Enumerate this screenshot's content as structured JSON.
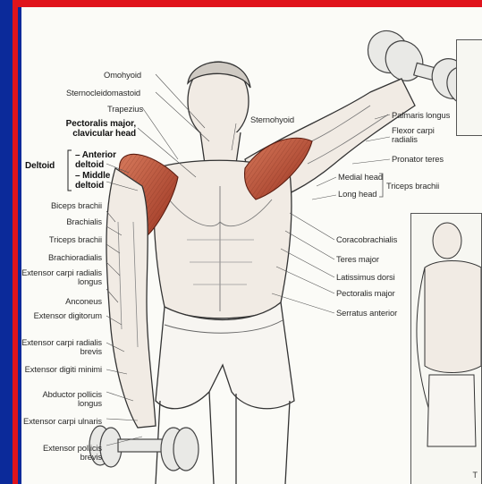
{
  "colors": {
    "frame_blue": "#1a3fb8",
    "frame_red": "#e0141c",
    "muscle_red": "#b8452e",
    "paper": "#fbfbf7"
  },
  "labels": {
    "omohyoid": "Omohyoid",
    "sternocleidomastoid": "Sternocleidomastoid",
    "trapezius": "Trapezius",
    "pectoralis_major_clavicular": "Pectoralis major, clavicular head",
    "deltoid": "Deltoid",
    "anterior_deltoid": "– Anterior deltoid",
    "middle_deltoid": "– Middle deltoid",
    "sternohyoid": "Sternohyoid",
    "biceps_brachii": "Biceps brachii",
    "brachialis": "Brachialis",
    "triceps_brachii_left": "Triceps brachii",
    "brachioradialis": "Brachioradialis",
    "ext_carpi_radialis_longus": "Extensor carpi radialis longus",
    "anconeus": "Anconeus",
    "ext_digitorum": "Extensor digitorum",
    "ext_carpi_radialis_brevis": "Extensor carpi radialis brevis",
    "ext_digiti_minimi": "Extensor digiti minimi",
    "abductor_pollicis_longus": "Abductor pollicis longus",
    "ext_carpi_ulnaris": "Extensor carpi ulnaris",
    "ext_pollicis_brevis": "Extensor pollicis brevis",
    "palmaris_longus": "Palmaris longus",
    "flexor_carpi_radialis": "Flexor carpi radialis",
    "pronator_teres": "Pronator teres",
    "medial_head": "Medial head",
    "long_head": "Long head",
    "triceps_brachii_right": "Triceps brachii",
    "coracobrachialis": "Coracobrachialis",
    "teres_major": "Teres major",
    "latissimus_dorsi": "Latissimus dorsi",
    "pectoralis_major": "Pectoralis major",
    "serratus_anterior": "Serratus anterior"
  },
  "mini_panel_letter": "T"
}
